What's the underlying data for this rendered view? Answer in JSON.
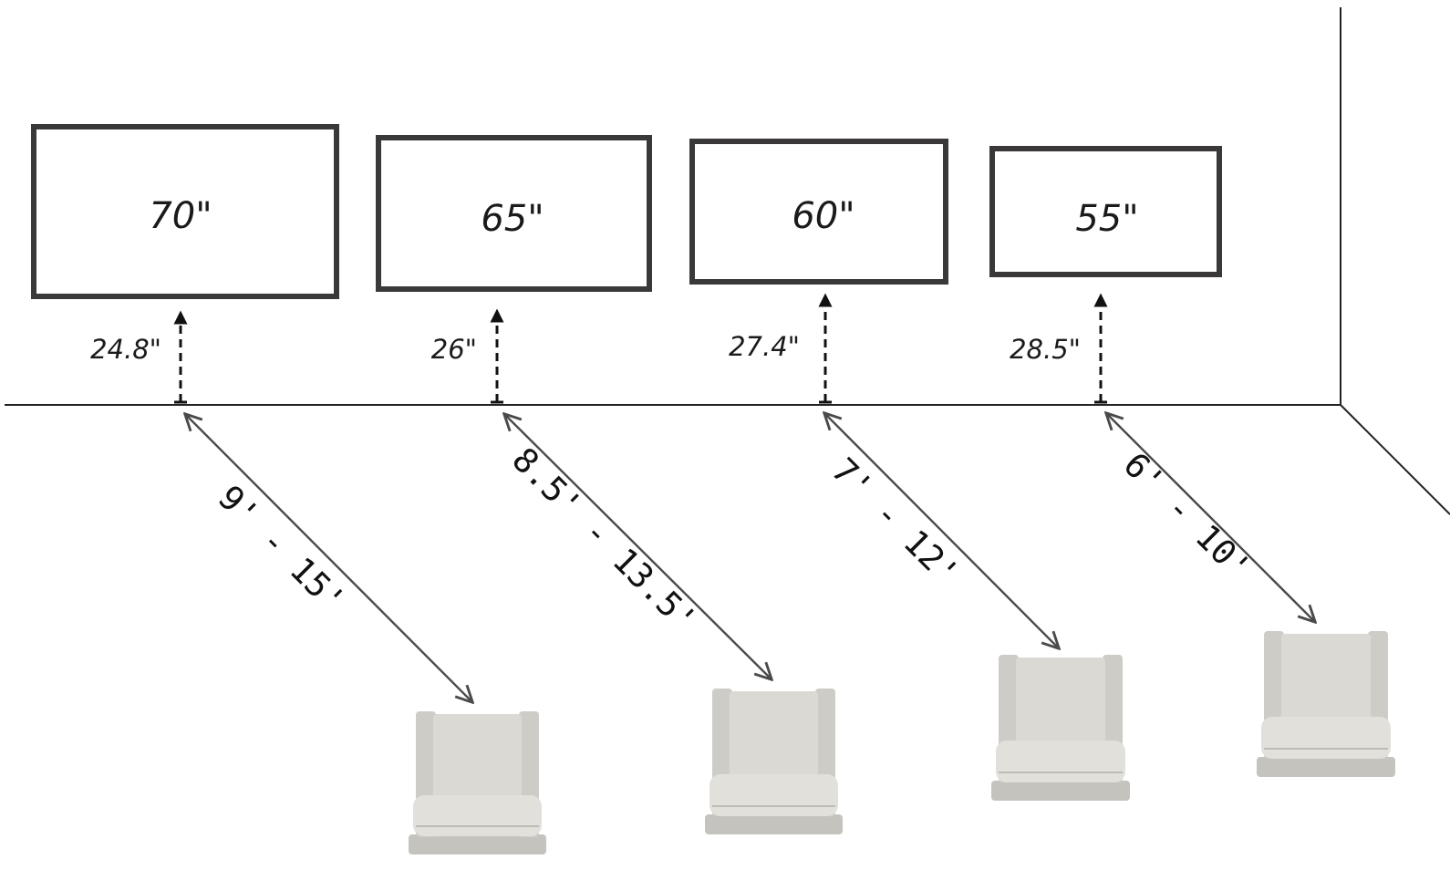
{
  "setups": [
    {
      "screen_size": "70\"",
      "mount_height": "24.8\"",
      "viewing_distance": "9' - 15'"
    },
    {
      "screen_size": "65\"",
      "mount_height": "26\"",
      "viewing_distance": "8.5' - 13.5'"
    },
    {
      "screen_size": "60\"",
      "mount_height": "27.4\"",
      "viewing_distance": "7' - 12'"
    },
    {
      "screen_size": "55\"",
      "mount_height": "28.5\"",
      "viewing_distance": "6' - 10'"
    }
  ],
  "colors": {
    "tv_frame": "#3a3838",
    "lines": "#222222",
    "arrows": "#4a4a4a",
    "chair": "#d2d1cc"
  }
}
